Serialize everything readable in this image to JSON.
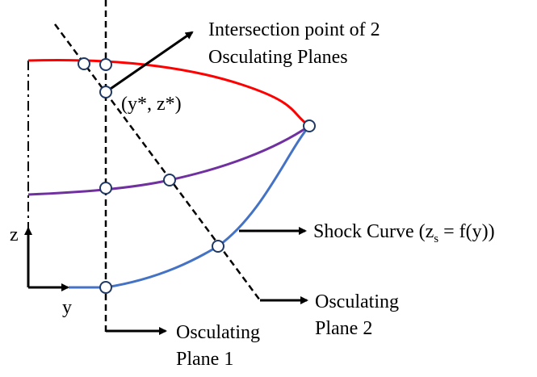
{
  "labels": {
    "intersection_line1": "Intersection point of 2",
    "intersection_line2": "Osculating Planes",
    "point_label": "(y*, z*)",
    "shock_curve_prefix": "Shock Curve (z",
    "shock_curve_sub": "s",
    "shock_curve_suffix": " = f(y))",
    "plane2_line1": "Osculating",
    "plane2_line2": "Plane 2",
    "plane1_line1": "Osculating",
    "plane1_line2": "Plane 1",
    "axis_z": "z",
    "axis_y": "y"
  },
  "colors": {
    "upper_curve": "#ff0000",
    "middle_curve": "#7030a0",
    "shock_curve": "#4472c4",
    "node_stroke": "#1f3864",
    "lines": "#000000"
  }
}
